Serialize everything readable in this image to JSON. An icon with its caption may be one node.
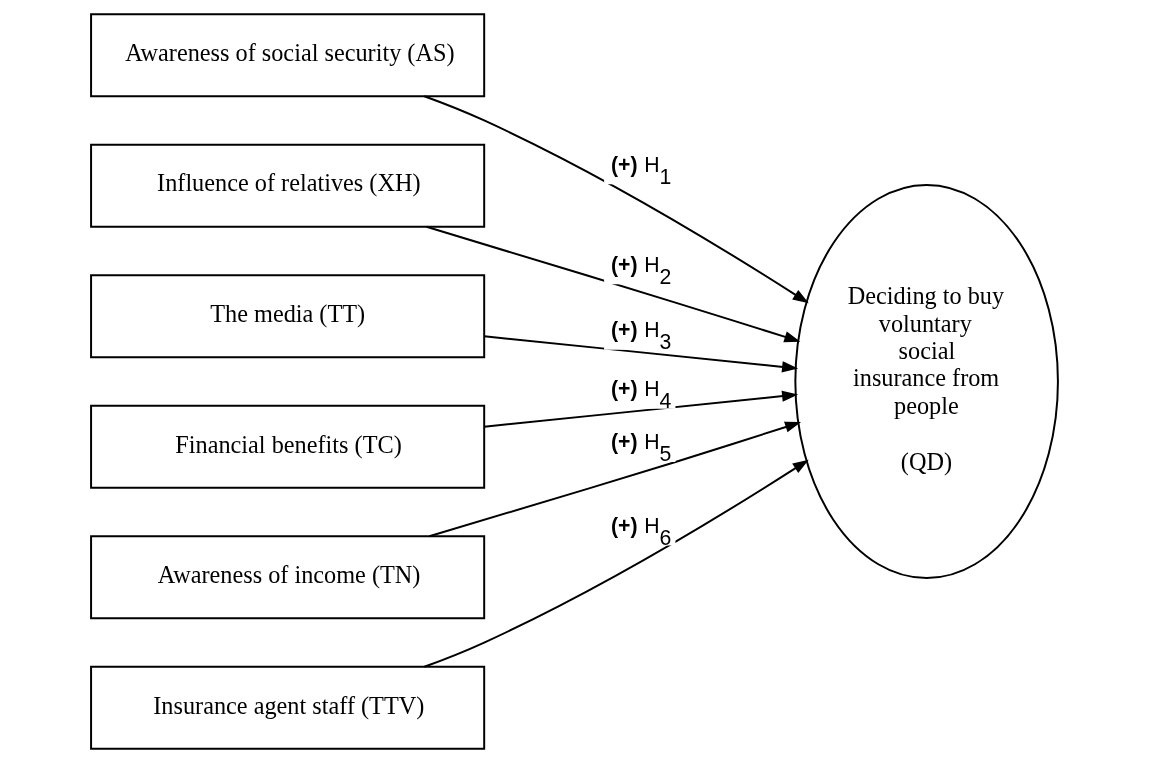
{
  "diagram": {
    "nodes": [
      {
        "text": [
          "Awareness of social security (AS)"
        ]
      },
      {
        "text": [
          "Influence of relatives (XH)"
        ]
      },
      {
        "text": [
          "The media (TT)"
        ]
      },
      {
        "text": [
          "Financial benefits (TC)"
        ]
      },
      {
        "text": [
          "Awareness of income (TN)"
        ]
      },
      {
        "text": [
          "Insurance agent staff (TTV)"
        ]
      },
      {
        "text": [
          "Deciding to buy voluntary social insurance from people",
          "(QD)"
        ]
      }
    ],
    "edges": [
      {
        "from": 0,
        "to": 6,
        "arrow": "to",
        "label": "**(+)** H$_{1}$"
      },
      {
        "from": 1,
        "to": 6,
        "arrow": "to",
        "label": "**(+)** H$_{2}$"
      },
      {
        "from": 2,
        "to": 6,
        "arrow": "to",
        "label": "**(+)** H$_{3}$"
      },
      {
        "from": 3,
        "to": 6,
        "arrow": "to",
        "label": "**(+)** H$_{4}$"
      },
      {
        "from": 4,
        "to": 6,
        "arrow": "to",
        "label": "**(+)** H$_{5}$"
      },
      {
        "from": 5,
        "to": 6,
        "arrow": "to",
        "label": "**(+)** H$_{6}$"
      }
    ]
  }
}
